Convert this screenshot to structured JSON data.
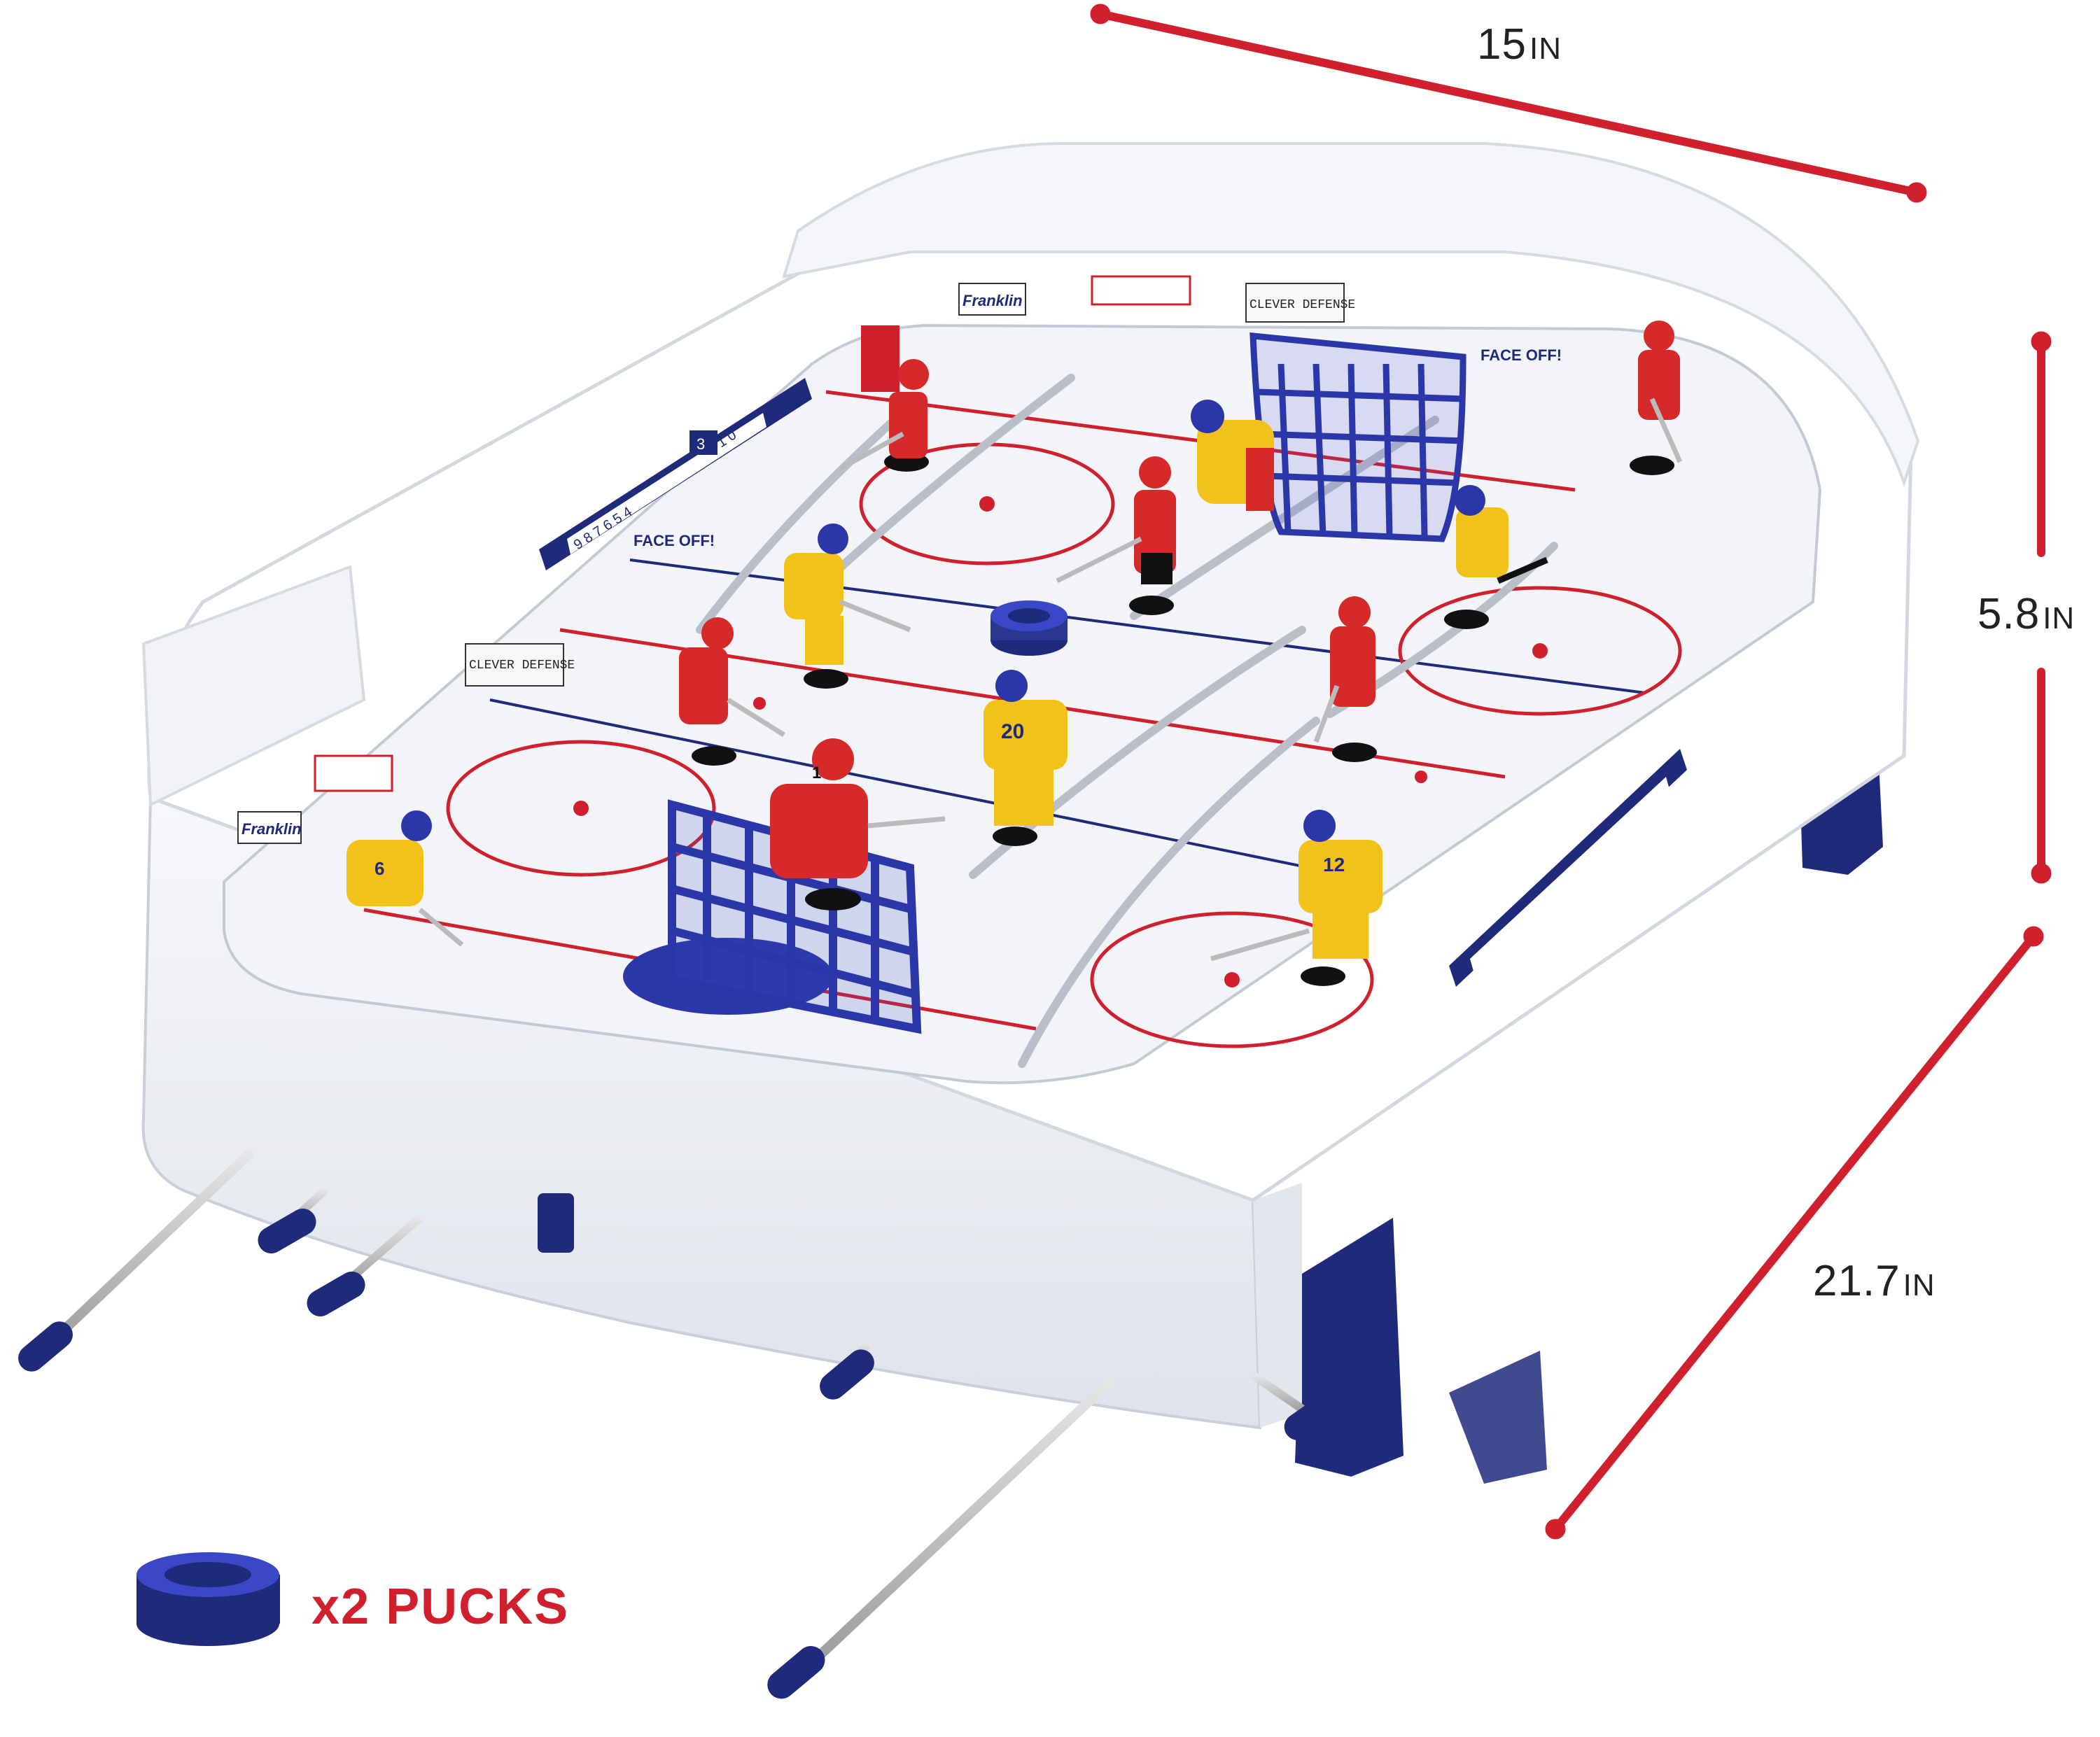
{
  "dimensions": {
    "width": {
      "value": "15",
      "unit": "IN"
    },
    "height": {
      "value": "5.8",
      "unit": "IN"
    },
    "depth": {
      "value": "21.7",
      "unit": "IN"
    }
  },
  "pucks_note": "x2 PUCKS",
  "board_labels": {
    "brand": "Franklin",
    "sign_faceoff": "FACE OFF!",
    "sign_clever": "CLEVER DEFENSE"
  },
  "scoreboard": {
    "digits_left": "9 8 7 6 5 4",
    "digits_right": "1 0",
    "current": "3"
  },
  "jersey_numbers": [
    "20",
    "1",
    "6",
    "12"
  ],
  "colors": {
    "accent_red": "#d0202e",
    "rink_white": "#f2f4f7",
    "navy": "#1f2a7a",
    "team_red": "#d62a2a",
    "team_yellow": "#f2c21b",
    "teal_panel": "#0f5d63"
  }
}
